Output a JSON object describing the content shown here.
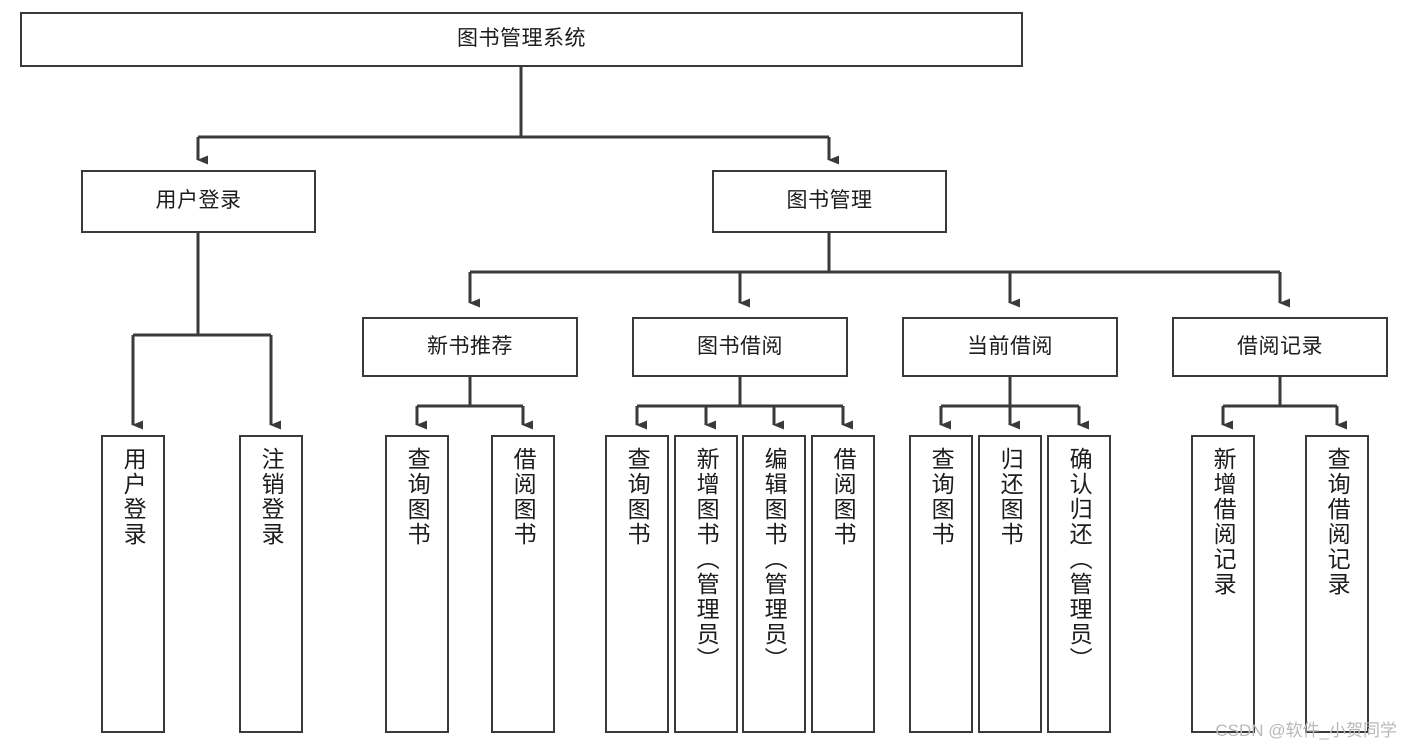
{
  "diagram": {
    "type": "tree",
    "title": "图书管理系统",
    "watermark": "CSDN @软件_小贺同学",
    "colors": {
      "box_border": "#3a3a3a",
      "box_fill": "#ffffff",
      "edge": "#3a3a3a",
      "text": "#1c1c1c",
      "watermark": "#b9b9b9"
    },
    "nodes": {
      "root": {
        "label": "图书管理系统"
      },
      "level1": [
        {
          "id": "user-login",
          "label": "用户登录"
        },
        {
          "id": "book-manage",
          "label": "图书管理"
        }
      ],
      "level2": [
        {
          "id": "new-book-recommend",
          "label": "新书推荐"
        },
        {
          "id": "book-borrow",
          "label": "图书借阅"
        },
        {
          "id": "current-borrow",
          "label": "当前借阅"
        },
        {
          "id": "borrow-record",
          "label": "借阅记录"
        }
      ],
      "leaves": {
        "user-login": [
          {
            "id": "leaf-user-login",
            "label": "用户登录"
          },
          {
            "id": "leaf-logout-login",
            "label": "注销登录"
          }
        ],
        "new-book-recommend": [
          {
            "id": "leaf-query-book-1",
            "label": "查询图书"
          },
          {
            "id": "leaf-borrow-book-1",
            "label": "借阅图书"
          }
        ],
        "book-borrow": [
          {
            "id": "leaf-query-book-2",
            "label": "查询图书"
          },
          {
            "id": "leaf-add-book",
            "label": "新增图书（管理员）"
          },
          {
            "id": "leaf-edit-book",
            "label": "编辑图书（管理员）"
          },
          {
            "id": "leaf-borrow-book-2",
            "label": "借阅图书"
          }
        ],
        "current-borrow": [
          {
            "id": "leaf-query-book-3",
            "label": "查询图书"
          },
          {
            "id": "leaf-return-book",
            "label": "归还图书"
          },
          {
            "id": "leaf-confirm-return",
            "label": "确认归还（管理员）"
          }
        ],
        "borrow-record": [
          {
            "id": "leaf-add-record",
            "label": "新增借阅记录"
          },
          {
            "id": "leaf-query-record",
            "label": "查询借阅记录"
          }
        ]
      }
    }
  }
}
